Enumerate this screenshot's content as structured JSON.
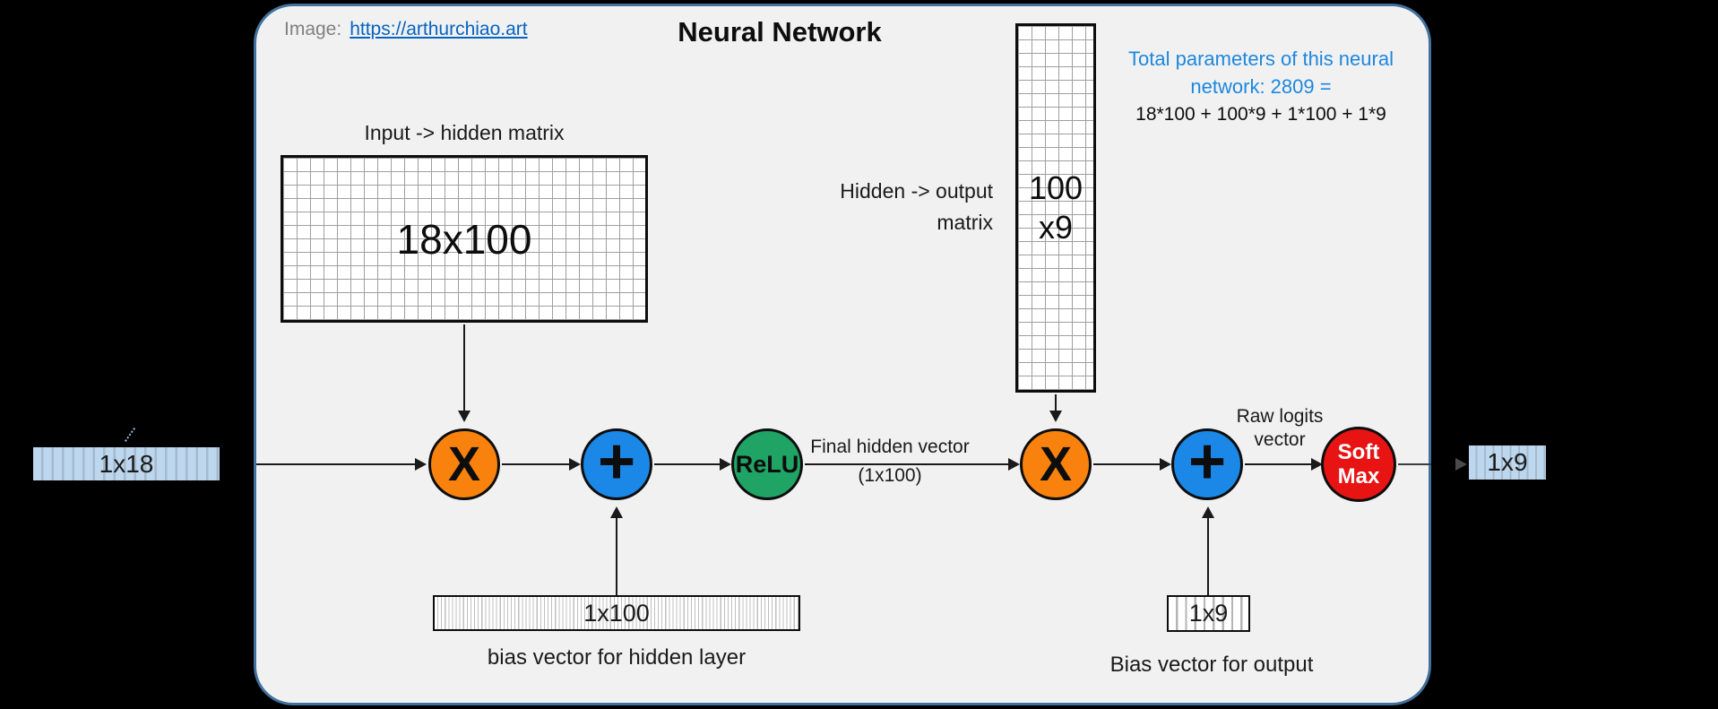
{
  "header": {
    "image_label": "Image:",
    "image_link": "https://arthurchiao.art",
    "title": "Neural Network",
    "params_line1": "Total parameters of this neural",
    "params_line2": "network: 2809 =",
    "params_formula": "18*100 + 100*9 + 1*100 + 1*9"
  },
  "matrices": {
    "input_hidden": {
      "label": "Input -> hidden matrix",
      "dims": "18x100"
    },
    "hidden_output": {
      "label_line1": "Hidden -> output",
      "label_line2": "matrix",
      "dims_line1": "100",
      "dims_line2": "x9"
    }
  },
  "vectors": {
    "input": {
      "dims": "1x18"
    },
    "output": {
      "dims": "1x9"
    },
    "hidden_bias": {
      "dims": "1x100",
      "label": "bias vector for hidden layer"
    },
    "output_bias": {
      "dims": "1x9",
      "label": "Bias vector for output"
    }
  },
  "nodes": {
    "multiply1": {
      "symbol": "X"
    },
    "add1": {
      "symbol": "+"
    },
    "relu": {
      "label": "ReLU"
    },
    "multiply2": {
      "symbol": "X"
    },
    "add2": {
      "symbol": "+"
    },
    "softmax": {
      "line1": "Soft",
      "line2": "Max"
    }
  },
  "annotations": {
    "final_hidden_line1": "Final hidden vector",
    "final_hidden_line2": "(1x100)",
    "raw_logits_line1": "Raw logits",
    "raw_logits_line2": "vector"
  },
  "colors": {
    "panel_border": "#41719C",
    "panel_bg": "#F1F1F2",
    "accent_blue_text": "#1E87DC",
    "link_blue": "#0563C1",
    "gray_label": "#808080",
    "node_orange": "#F8820D",
    "node_blue": "#1B87E6",
    "node_green": "#1FA465",
    "node_red": "#E81414",
    "vector_fill_blue": "#BDD7EE"
  }
}
